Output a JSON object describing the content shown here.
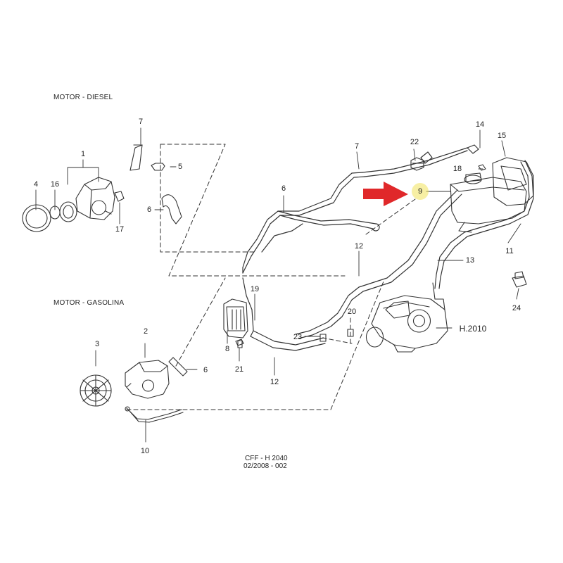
{
  "sections": {
    "diesel_title": "MOTOR - DIESEL",
    "gasoline_title": "MOTOR - GASOLINA"
  },
  "reference": {
    "code": "CFF - H 2040",
    "date": "02/2008 - 002"
  },
  "assembly_ref": "H.2010",
  "highlighted_part": "9",
  "colors": {
    "line": "#333333",
    "arrow": "#e0282a",
    "highlight": "#f0e25a"
  },
  "labels": {
    "p1": "1",
    "p2": "2",
    "p3": "3",
    "p4": "4",
    "p5": "5",
    "p6a": "6",
    "p6b": "6",
    "p6c": "6",
    "p7a": "7",
    "p7b": "7",
    "p8": "8",
    "p9": "9",
    "p10": "10",
    "p11": "11",
    "p12a": "12",
    "p12b": "12",
    "p13": "13",
    "p14": "14",
    "p15": "15",
    "p16": "16",
    "p17": "17",
    "p18": "18",
    "p19": "19",
    "p20": "20",
    "p21": "21",
    "p22": "22",
    "p23": "23",
    "p24": "24"
  }
}
